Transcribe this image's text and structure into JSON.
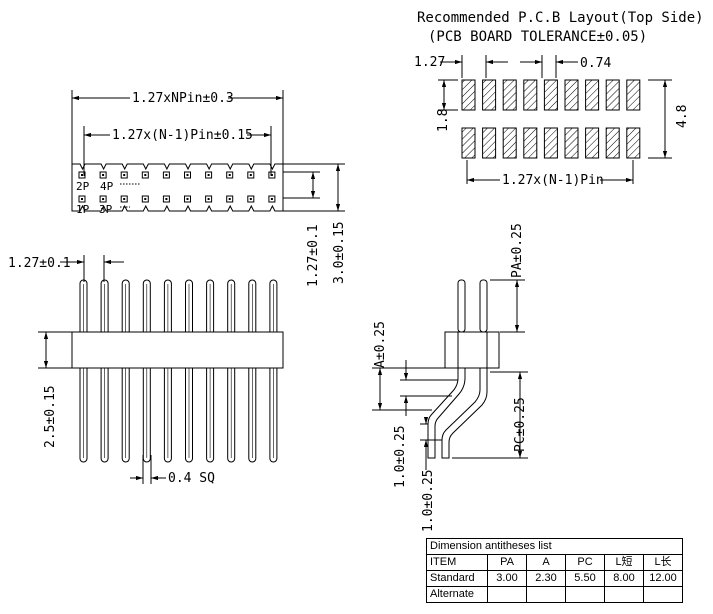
{
  "layout_title": {
    "line1": "Recommended P.C.B Layout(Top Side)",
    "line2": "(PCB BOARD TOLERANCE±0.05)"
  },
  "top_view": {
    "overall": "1.27xNPin±0.3",
    "inner": "1.27x(N-1)Pin±0.15",
    "pin_2p": "2P",
    "pin_4p": "4P",
    "pin_1p": "1P",
    "pin_3p": "3P",
    "height_a": "1.27±0.1",
    "height_b": "3.0±0.15"
  },
  "pcb_layout": {
    "pitch": "1.27",
    "pad_width": "0.74",
    "pad_height": "1.8",
    "total_height": "4.8",
    "span": "1.27x(N-1)Pin"
  },
  "front_view": {
    "pitch": "1.27±0.1",
    "body": "2.5±0.15",
    "pin_size": "0.4 SQ"
  },
  "side_view": {
    "pa": "PA±0.25",
    "a": "A±0.25",
    "pc": "PC±0.25",
    "gap": "1.0±0.25",
    "lower": "1.0±0.25"
  },
  "dimension_table": {
    "caption": "Dimension antitheses list",
    "headers": [
      "ITEM",
      "PA",
      "A",
      "PC",
      "L短",
      "L长"
    ],
    "rows": [
      [
        "Standard",
        "3.00",
        "2.30",
        "5.50",
        "8.00",
        "12.00"
      ],
      [
        "Alternate",
        "",
        "",
        "",
        "",
        ""
      ]
    ]
  }
}
